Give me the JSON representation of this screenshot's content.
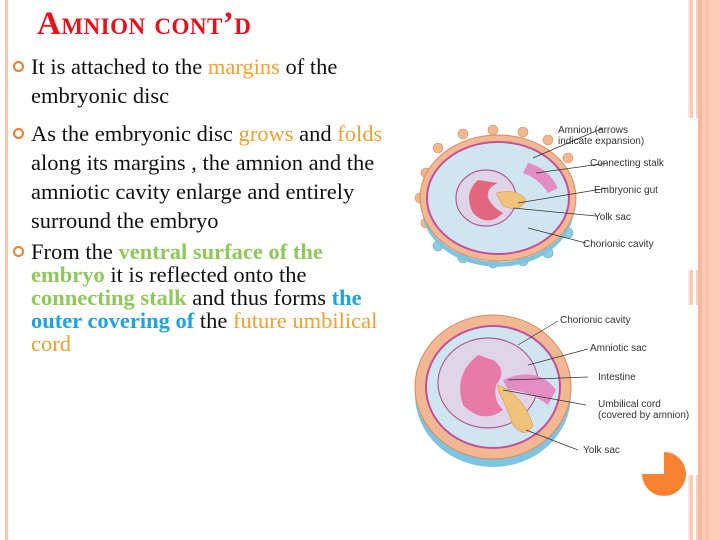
{
  "slide": {
    "title": "Amnion cont’d",
    "accent_colors": {
      "title": "#e8101a",
      "bullet_marker": "#f47c30",
      "highlight_orange": "#f0a030",
      "highlight_green": "#8fc85a",
      "highlight_blue": "#1ca3e0"
    },
    "bullets": [
      {
        "parts": [
          "It is attached to the ",
          "margins",
          " of the embryonic disc"
        ]
      },
      {
        "parts": [
          "As the embryonic disc ",
          "grows",
          " and ",
          "folds",
          " along its margins , the amnion and the amniotic cavity enlarge and entirely surround the embryo"
        ]
      },
      {
        "parts": [
          "From the ",
          "ventral surface of the embryo",
          " it is reflected onto the ",
          "connecting stalk",
          " and thus forms ",
          "the outer covering of",
          " the ",
          "future umbilical cord"
        ]
      }
    ],
    "figure_top": {
      "labels": [
        "Amnion (arrows",
        "indicate expansion)",
        "Connecting stalk",
        "Embryonic gut",
        "Yolk sac",
        "Chorionic cavity"
      ]
    },
    "figure_bottom": {
      "labels": [
        "Chorionic cavity",
        "Amniotic sac",
        "Intestine",
        "Umbilical cord",
        "(covered by amnion)",
        "Yolk sac"
      ]
    }
  }
}
